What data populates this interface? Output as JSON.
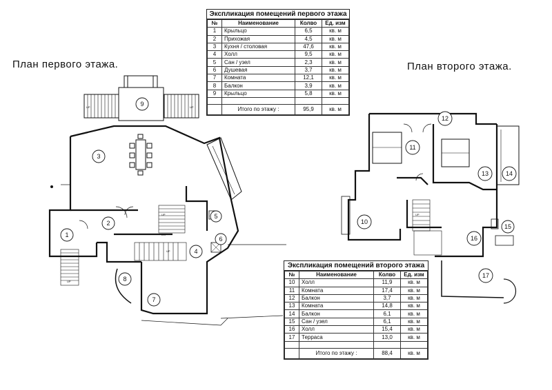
{
  "floor1": {
    "title": "План первого этажа.",
    "table": {
      "caption": "Экспликация помещений первого этажа",
      "headers": [
        "№",
        "Наименование",
        "Колво",
        "Ед. изм"
      ],
      "rows": [
        {
          "n": "1",
          "name": "Крыльцо",
          "v": "6,5",
          "u": "кв. м"
        },
        {
          "n": "2",
          "name": "Прихожая",
          "v": "4,5",
          "u": "кв. м"
        },
        {
          "n": "3",
          "name": "Кухня / столовая",
          "v": "47,6",
          "u": "кв. м"
        },
        {
          "n": "4",
          "name": "Холл",
          "v": "9,5",
          "u": "кв. м"
        },
        {
          "n": "5",
          "name": "Сан / узел",
          "v": "2,3",
          "u": "кв. м"
        },
        {
          "n": "6",
          "name": "Душевая",
          "v": "3,7",
          "u": "кв. м"
        },
        {
          "n": "7",
          "name": "Комната",
          "v": "12,1",
          "u": "кв. м"
        },
        {
          "n": "8",
          "name": "Балкон",
          "v": "3,9",
          "u": "кв. м"
        },
        {
          "n": "9",
          "name": "Крыльцо",
          "v": "5,8",
          "u": "кв. м"
        }
      ],
      "total_label": "Итого по этажу :",
      "total_value": "95,9",
      "total_unit": "кв. м"
    },
    "rooms": [
      "1",
      "2",
      "3",
      "4",
      "5",
      "6",
      "7",
      "8",
      "9"
    ],
    "stair_labels": [
      "UP",
      "UP",
      "UP",
      "UP",
      "DN",
      "UP"
    ]
  },
  "floor2": {
    "title": "План второго этажа.",
    "table": {
      "caption": "Экспликация помещений второго этажа",
      "headers": [
        "№",
        "Наименование",
        "Колво",
        "Ед. изм"
      ],
      "rows": [
        {
          "n": "10",
          "name": "Холл",
          "v": "11,9",
          "u": "кв. м"
        },
        {
          "n": "11",
          "name": "Комната",
          "v": "17,4",
          "u": "кв. м"
        },
        {
          "n": "12",
          "name": "Балкон",
          "v": "3,7",
          "u": "кв. м"
        },
        {
          "n": "13",
          "name": "Комната",
          "v": "14,8",
          "u": "кв. м"
        },
        {
          "n": "14",
          "name": "Балкон",
          "v": "6,1",
          "u": "кв. м"
        },
        {
          "n": "15",
          "name": "Сан / узел",
          "v": "6,1",
          "u": "кв. м"
        },
        {
          "n": "16",
          "name": "Холл",
          "v": "15,4",
          "u": "кв. м"
        },
        {
          "n": "17",
          "name": "Терраса",
          "v": "13,0",
          "u": "кв. м"
        }
      ],
      "total_label": "Итого по этажу :",
      "total_value": "88,4",
      "total_unit": "кв. м"
    },
    "rooms": [
      "10",
      "11",
      "12",
      "13",
      "14",
      "15",
      "16",
      "17"
    ],
    "stair_labels": [
      "UP"
    ]
  }
}
